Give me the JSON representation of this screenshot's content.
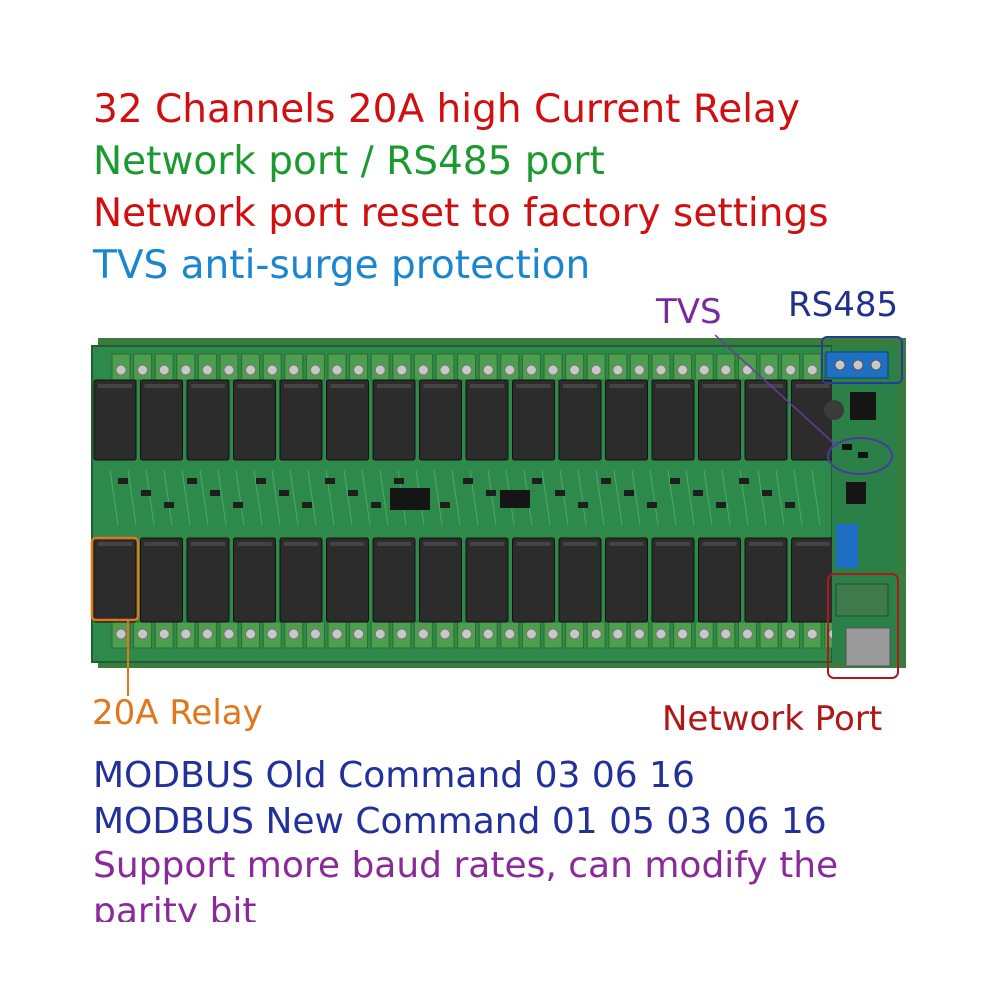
{
  "headline": {
    "line1": "32 Channels 20A high Current Relay",
    "line2": "Network port / RS485 port",
    "line3": "Network port reset to factory settings",
    "line4": "TVS anti-surge protection"
  },
  "callouts": {
    "tvs": "TVS",
    "rs485": "RS485",
    "relay": "20A Relay",
    "network_port": "Network Port"
  },
  "footer": {
    "line1": "MODBUS  Old Command 03 06 16",
    "line2": "MODBUS New Command 01 05 03 06 16",
    "line3": "Support more baud rates, can modify the",
    "line4": "parity bit"
  },
  "colors": {
    "red": "#d01010",
    "green": "#1c9a30",
    "blue": "#1a86d0",
    "navy": "#22309a",
    "purple": "#8a2a9a",
    "orange": "#e0771c",
    "pcb": "#2e8a4a",
    "relay": "#2c2c2c",
    "terminal": "#4d9e4e"
  },
  "board": {
    "relay_count": 32,
    "top_row_relays": 16,
    "bottom_row_relays": 16
  }
}
